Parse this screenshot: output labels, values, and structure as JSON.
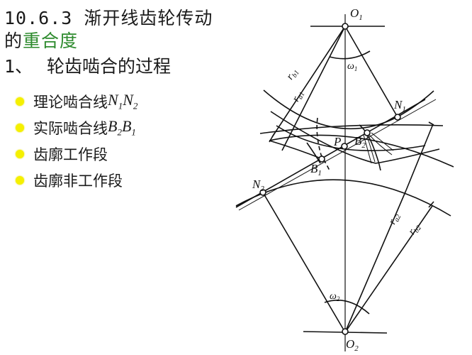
{
  "title": {
    "line1": "10.6.3 渐开线齿轮传动",
    "line2_prefix": "的",
    "line2_highlight": "重合度"
  },
  "section": {
    "number": "1、",
    "label": "轮齿啮合的过程"
  },
  "bullets": [
    {
      "text": "理论啮合线",
      "math": "N",
      "sub1": "1",
      "math2": "N",
      "sub2": "2"
    },
    {
      "text": "实际啮合线",
      "math": "B",
      "sub1": "2",
      "math2": "B",
      "sub2": "1"
    },
    {
      "text": "齿廓工作段"
    },
    {
      "text": "齿廓非工作段"
    }
  ],
  "colors": {
    "highlight": "#2e8b2e",
    "bullet": "#f5f000",
    "line": "#111111"
  },
  "diagram": {
    "labels": {
      "O1": "O",
      "O1_sub": "1",
      "O2": "O",
      "O2_sub": "2",
      "N1": "N",
      "N1_sub": "1",
      "N2": "N",
      "N2_sub": "2",
      "P": "P",
      "B1": "B",
      "B1_sub": "1",
      "B2": "B",
      "B2_sub": "2",
      "omega1": "ω",
      "omega1_sub": "1",
      "omega2": "ω",
      "omega2_sub": "2",
      "rb1": "r",
      "rb1_sub": "b1",
      "ra1": "r",
      "ra1_sub": "a1",
      "ra2": "r",
      "ra2_sub": "a2",
      "rb2": "r",
      "rb2_sub": "b2"
    }
  }
}
